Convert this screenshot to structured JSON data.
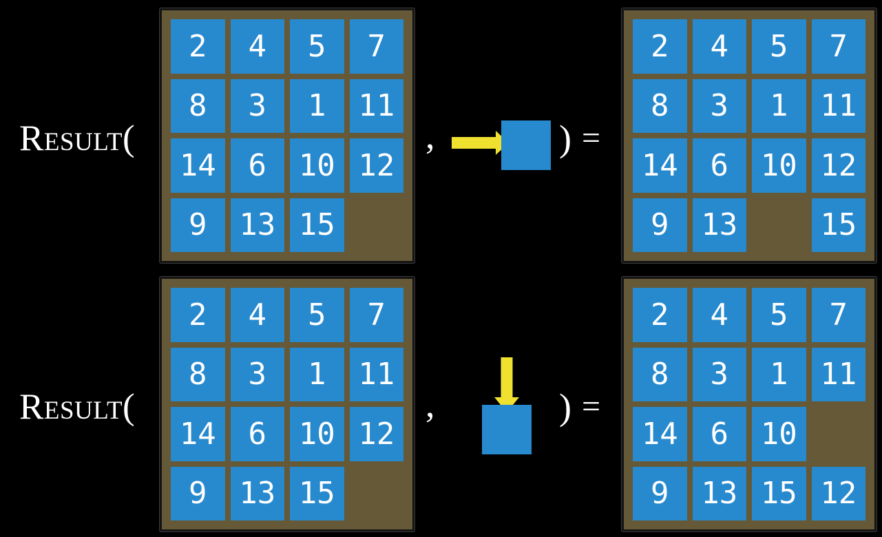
{
  "colors": {
    "background": "#000000",
    "board_frame": "#655937",
    "board_border": "#141414",
    "tile_blue": "#2789CE",
    "tile_text": "#FFFFFF",
    "arrow_yellow": "#F0E02F",
    "label_text": "#FFFFFF"
  },
  "rows": [
    {
      "function_name": "Result(",
      "comma": ",",
      "close_paren": ")",
      "equals": "=",
      "action_icon": "arrow-right-icon",
      "action_direction": "right",
      "input_board": [
        [
          "2",
          "4",
          "5",
          "7"
        ],
        [
          "8",
          "3",
          "1",
          "11"
        ],
        [
          "14",
          "6",
          "10",
          "12"
        ],
        [
          "9",
          "13",
          "15",
          ""
        ]
      ],
      "output_board": [
        [
          "2",
          "4",
          "5",
          "7"
        ],
        [
          "8",
          "3",
          "1",
          "11"
        ],
        [
          "14",
          "6",
          "10",
          "12"
        ],
        [
          "9",
          "13",
          "",
          "15"
        ]
      ]
    },
    {
      "function_name": "Result(",
      "comma": ",",
      "close_paren": ")",
      "equals": "=",
      "action_icon": "arrow-down-icon",
      "action_direction": "down",
      "input_board": [
        [
          "2",
          "4",
          "5",
          "7"
        ],
        [
          "8",
          "3",
          "1",
          "11"
        ],
        [
          "14",
          "6",
          "10",
          "12"
        ],
        [
          "9",
          "13",
          "15",
          ""
        ]
      ],
      "output_board": [
        [
          "2",
          "4",
          "5",
          "7"
        ],
        [
          "8",
          "3",
          "1",
          "11"
        ],
        [
          "14",
          "6",
          "10",
          ""
        ],
        [
          "9",
          "13",
          "15",
          "12"
        ]
      ]
    }
  ]
}
